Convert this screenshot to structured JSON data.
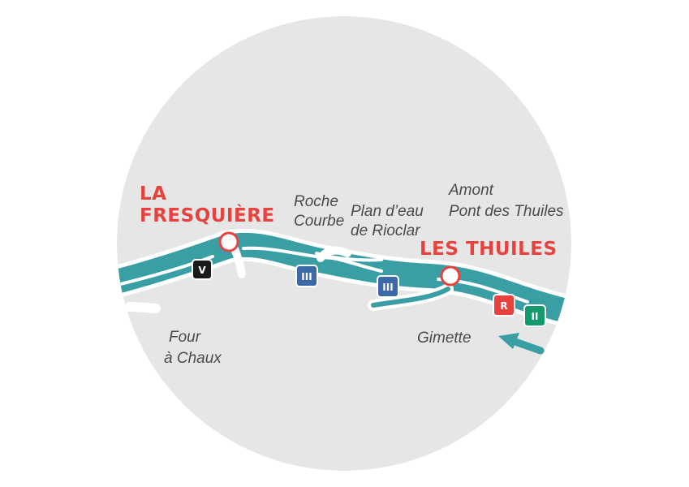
{
  "colors": {
    "background_circle": "#e6e6e6",
    "river": "#3a9ea5",
    "river_edge": "#ffffff",
    "town_label": "#e8423f",
    "place_label": "#4a4a4a",
    "grade_v": "#1a1a1a",
    "grade_iii": "#3d69a8",
    "grade_r": "#e8423f",
    "grade_ii": "#159a6b"
  },
  "towns": {
    "la_fresquiere_line1": "LA",
    "la_fresquiere_line2": "FRESQUIÈRE",
    "les_thuiles": "LES THUILES"
  },
  "places": {
    "roche_courbe_line1": "Roche",
    "roche_courbe_line2": "Courbe",
    "plan_deau_line1": "Plan d’eau",
    "plan_deau_line2": "de Rioclar",
    "amont_line1": "Amont",
    "amont_line2": "Pont des Thuiles",
    "four_line1": "Four",
    "four_line2": "à Chaux",
    "gimette": "Gimette"
  },
  "badges": {
    "v": "V",
    "iii_a": "III",
    "iii_b": "III",
    "r": "R",
    "ii": "II"
  },
  "icons": {
    "flow_direction": "arrow-left-icon",
    "town_marker": "circle-marker-icon"
  }
}
